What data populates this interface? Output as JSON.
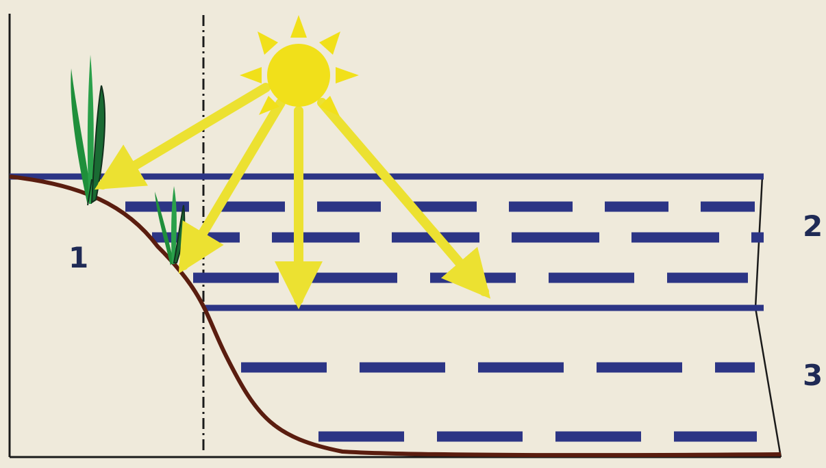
{
  "diagram": {
    "zone_labels": [
      "1",
      "2",
      "3"
    ],
    "colors": {
      "background": "#efeadb",
      "water_line": "#2c3585",
      "bottom_profile": "#5a1d0f",
      "sun": "#f1e01a",
      "sun_arrows": "#ece131",
      "plants": "#1f8f3b",
      "axis": "#1a1a1a"
    },
    "icons": [
      "sun-icon",
      "aquatic-plant-icon"
    ]
  }
}
